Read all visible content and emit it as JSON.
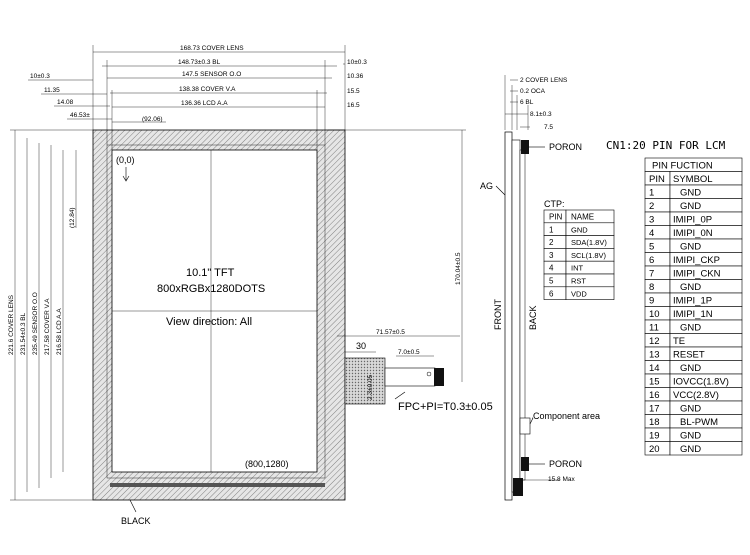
{
  "top_dims": [
    "168.73 COVER LENS",
    "148.73±0.3 BL",
    "147.5 SENSOR O.O",
    "138.38 COVER V.A",
    "136.36 LCD A.A"
  ],
  "right_offsets": [
    "10±0.3",
    "10.36",
    "15.5",
    "16.5"
  ],
  "left_offsets": [
    "10±0.3",
    "11.35",
    "14.08",
    "46.53±"
  ],
  "small_dim": "(92.06)",
  "left_vertical_dims": [
    "221.6 COVER LENS",
    "231.54±0.3 BL",
    "235.49 SENSOR O.O",
    "217.58 COVER V.A",
    "216.58 LCD A.A"
  ],
  "upper_dim": "(12.84)",
  "origin": "(0,0)",
  "end_coord": "(800,1280)",
  "panel": {
    "title": "10.1\" TFT",
    "resolution": "800xRGBx1280DOTS",
    "view": "View direction:  All"
  },
  "fpc_dims": {
    "d1": "71.57±0.5",
    "d2": "30",
    "d3": "7.0±0.5",
    "vertical": "170.04±0.5",
    "inner": "2.3±0.05",
    "fpc_label": "FPC+PI=T0.3±0.05"
  },
  "black_label": "BLACK",
  "side_view": {
    "dims": [
      "2 COVER LENS",
      "0.2 OCA",
      "6 BL",
      "8.1±0.3",
      "7.5"
    ],
    "bottom_dim": "15.8 Max",
    "ag": "AG",
    "front": "FRONT",
    "back": "BACK",
    "poron_top": "PORON",
    "poron_bottom": "PORON",
    "component": "Component  area"
  },
  "ctp": {
    "title": "CTP:",
    "headers": [
      "PIN",
      "NAME"
    ],
    "rows": [
      [
        "1",
        "GND"
      ],
      [
        "2",
        "SDA(1.8V)"
      ],
      [
        "3",
        "SCL(1.8V)"
      ],
      [
        "4",
        "INT"
      ],
      [
        "5",
        "RST"
      ],
      [
        "6",
        "VDD"
      ]
    ]
  },
  "cn": {
    "title": "CN1:20 PIN FOR LCM",
    "header_top": "PIN FUCTION",
    "headers": [
      "PIN",
      "SYMBOL"
    ],
    "rows": [
      [
        "1",
        "GND"
      ],
      [
        "2",
        "GND"
      ],
      [
        "3",
        "IMIPI_0P"
      ],
      [
        "4",
        "IMIPI_0N"
      ],
      [
        "5",
        "GND"
      ],
      [
        "6",
        "IMIPI_CKP"
      ],
      [
        "7",
        "IMIPI_CKN"
      ],
      [
        "8",
        "GND"
      ],
      [
        "9",
        "IMIPI_1P"
      ],
      [
        "10",
        "IMIPI_1N"
      ],
      [
        "11",
        "GND"
      ],
      [
        "12",
        "TE"
      ],
      [
        "13",
        "RESET"
      ],
      [
        "14",
        "GND"
      ],
      [
        "15",
        "IOVCC(1.8V)"
      ],
      [
        "16",
        "VCC(2.8V)"
      ],
      [
        "17",
        "GND"
      ],
      [
        "18",
        "BL-PWM"
      ],
      [
        "19",
        "GND"
      ],
      [
        "20",
        "GND"
      ]
    ]
  }
}
